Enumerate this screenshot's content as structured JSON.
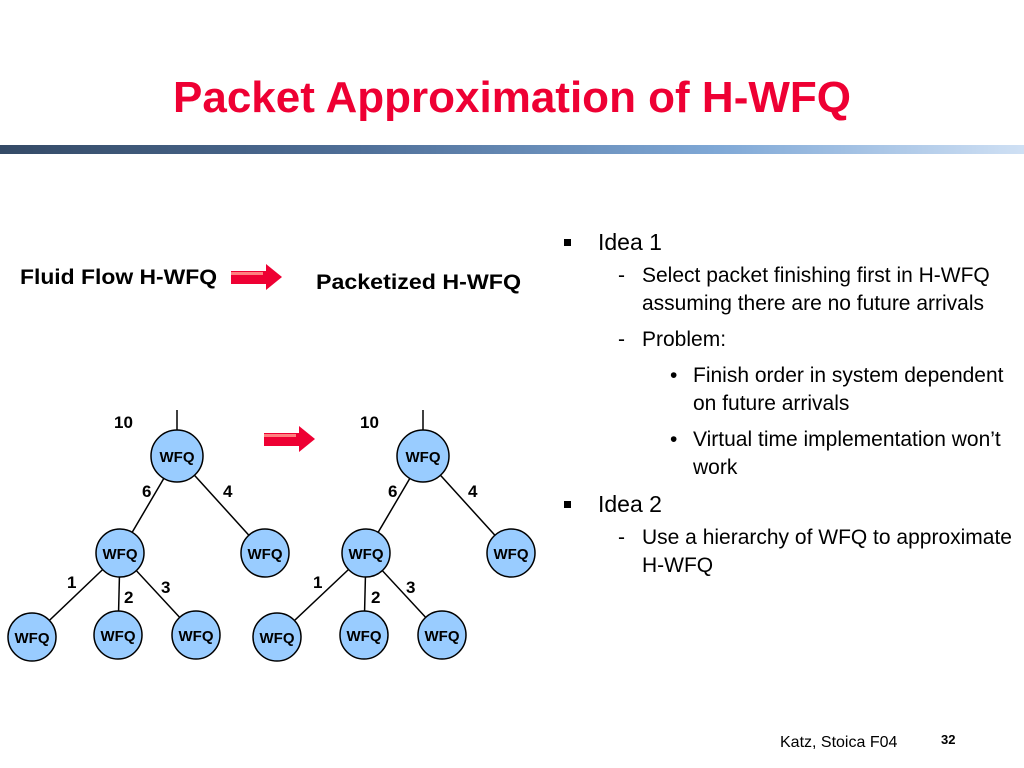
{
  "slide": {
    "title": "Packet Approximation of H-WFQ",
    "footer": "Katz, Stoica F04",
    "page_number": "32"
  },
  "diagram": {
    "left_label": "Fluid Flow H-WFQ",
    "right_label": "Packetized H-WFQ",
    "node_label": "WFQ",
    "node_color": "#99ccff",
    "arrow_color": "#ee0033",
    "left_tree": {
      "root_weight": "10",
      "weights": [
        "6",
        "4",
        "1",
        "2",
        "3"
      ]
    },
    "right_tree": {
      "root_weight": "10",
      "weights": [
        "6",
        "4",
        "1",
        "2",
        "3"
      ]
    }
  },
  "bullets": {
    "idea1": "Idea 1",
    "idea1_sub1": "Select packet finishing first in H-WFQ assuming there are no future arrivals",
    "idea1_sub2": "Problem:",
    "idea1_sub2_a": "Finish order in system dependent on future arrivals",
    "idea1_sub2_b": "Virtual time implementation won’t work",
    "idea2": "Idea 2",
    "idea2_sub1": "Use a hierarchy of WFQ to approximate H-WFQ",
    "dash": "-",
    "dot": "•"
  }
}
